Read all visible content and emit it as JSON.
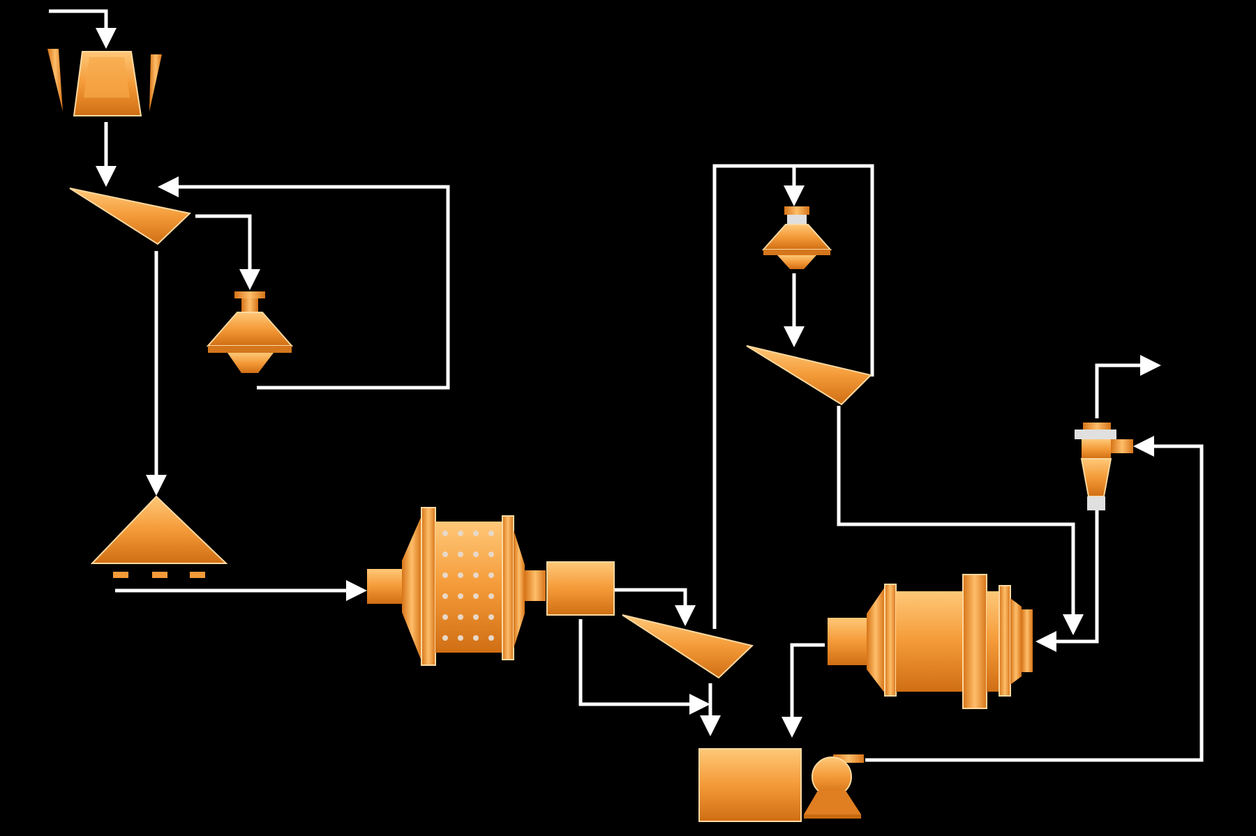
{
  "colors": {
    "background": "#000000",
    "equipment": "#F4A040",
    "equipment_dark": "#C86A10",
    "equipment_light": "#FFC070",
    "flow_line": "#FFFFFF"
  },
  "equipment": [
    {
      "id": "jaw-crusher",
      "icon": "jaw-crusher-icon"
    },
    {
      "id": "vibrating-screen-1",
      "icon": "vibrating-screen-icon"
    },
    {
      "id": "cone-crusher-1",
      "icon": "cone-crusher-icon"
    },
    {
      "id": "stockpile",
      "icon": "stockpile-icon"
    },
    {
      "id": "sag-mill",
      "icon": "sag-mill-icon"
    },
    {
      "id": "trommel",
      "icon": "trommel-icon"
    },
    {
      "id": "vibrating-screen-2",
      "icon": "vibrating-screen-icon"
    },
    {
      "id": "cone-crusher-2",
      "icon": "cone-crusher-icon"
    },
    {
      "id": "vibrating-screen-3",
      "icon": "vibrating-screen-icon"
    },
    {
      "id": "ball-mill",
      "icon": "ball-mill-icon"
    },
    {
      "id": "pump-box",
      "icon": "pump-box-icon"
    },
    {
      "id": "slurry-pump",
      "icon": "pump-icon"
    },
    {
      "id": "hydrocyclone",
      "icon": "hydrocyclone-icon"
    }
  ]
}
